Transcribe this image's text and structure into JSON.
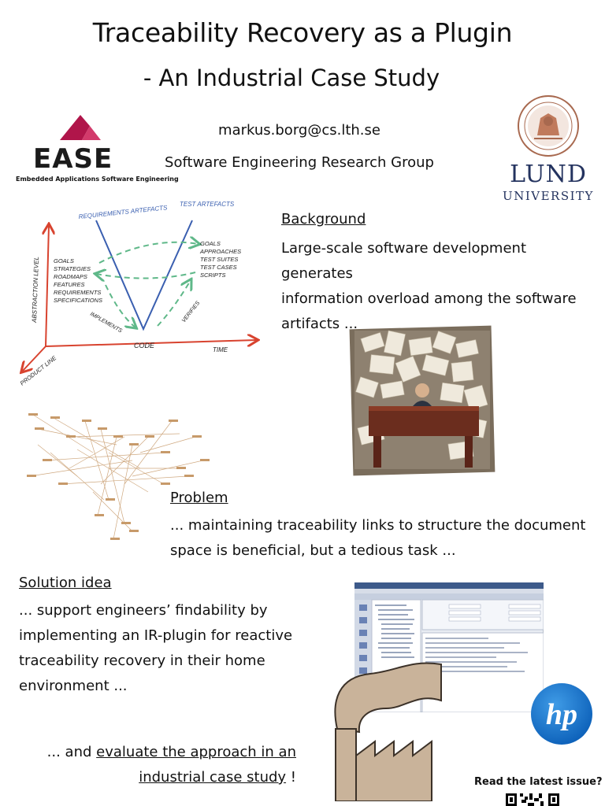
{
  "header": {
    "title": "Traceability Recovery as a Plugin",
    "subtitle": "- An Industrial Case Study",
    "email": "markus.borg@cs.lth.se",
    "group": "Software Engineering Research Group"
  },
  "logos": {
    "ease": {
      "name": "EASE",
      "tagline": "Embedded Applications Software Engineering"
    },
    "lund": {
      "name": "LUND",
      "sub": "UNIVERSITY"
    },
    "hp": {
      "text": "hp"
    }
  },
  "vmodel": {
    "requirements": "REQUIREMENTS ARTEFACTS",
    "test": "TEST ARTEFACTS",
    "left_list": [
      "GOALS",
      "STRATEGIES",
      "ROADMAPS",
      "FEATURES",
      "REQUIREMENTS",
      "SPECIFICATIONS"
    ],
    "right_list": [
      "GOALS",
      "APPROACHES",
      "TEST SUITES",
      "TEST CASES",
      "SCRIPTS"
    ],
    "abstraction": "ABSTRACTION LEVEL",
    "product_line": "PRODUCT LINE",
    "time": "TIME",
    "code": "CODE",
    "implements": "IMPLEMENTS",
    "verifies": "VERIFIES"
  },
  "background": {
    "heading": "Background",
    "lines": [
      "Large-scale software development generates",
      "information overload among the software",
      "artifacts ..."
    ]
  },
  "problem": {
    "heading": "Problem",
    "lines": [
      "... maintaining traceability links to structure the document",
      "space is beneficial, but a tedious task ..."
    ]
  },
  "solution": {
    "heading": "Solution idea",
    "lines": [
      "... support engineers’ findability by",
      "implementing an IR-plugin for reactive",
      "traceability recovery in their home",
      "environment ..."
    ]
  },
  "evaluate": {
    "prefix": "... and ",
    "link1": "evaluate the approach in an",
    "link2": "industrial case study",
    "suffix": " !"
  },
  "footer": {
    "latest": "Read the latest issue?"
  },
  "colors": {
    "ease_red": "#b0154a",
    "lund_blue": "#24335f",
    "vmodel_blue": "#3a5fb0",
    "vmodel_green": "#5fb889",
    "vmodel_red": "#d8432f",
    "factory": "#c9b39a",
    "hp_blue": "#0b5fb8"
  }
}
